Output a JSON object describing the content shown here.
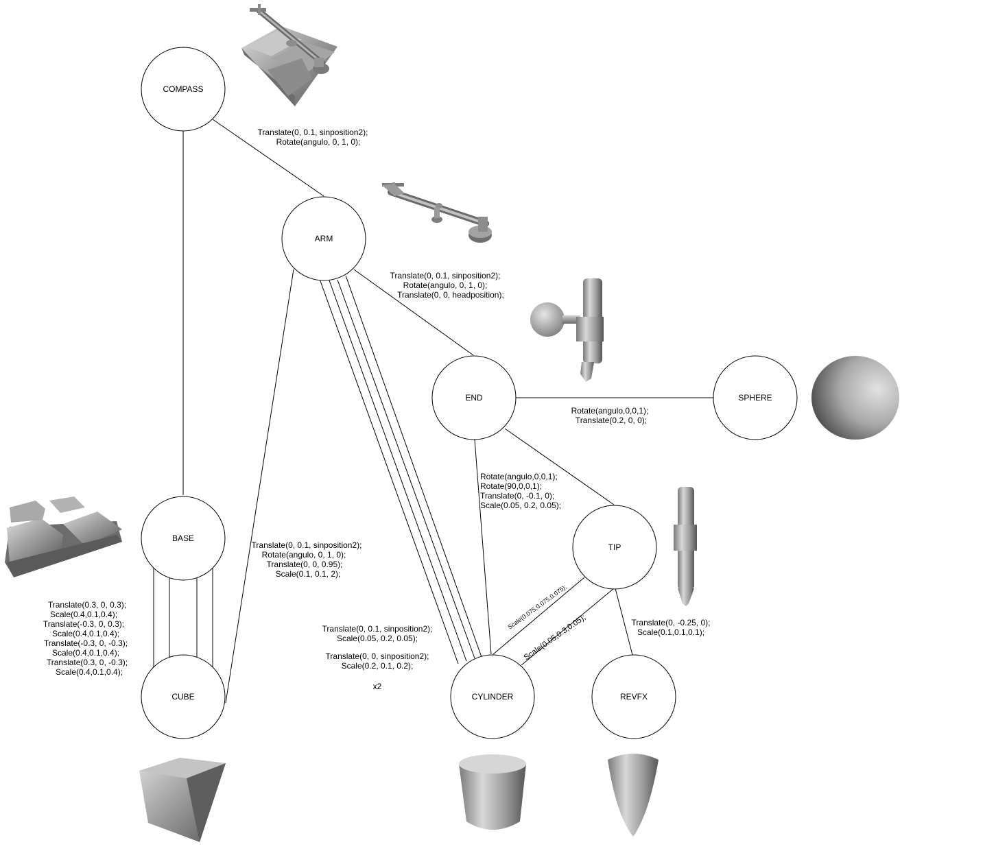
{
  "nodes": {
    "compass": "COMPASS",
    "arm": "ARM",
    "end": "END",
    "sphere": "SPHERE",
    "tip": "TIP",
    "base": "BASE",
    "cube": "CUBE",
    "cylinder": "CYLINDER",
    "revfx": "REVFX"
  },
  "edges": {
    "compass_arm": [
      "Translate(0, 0.1, sinposition2);",
      "Rotate(angulo, 0, 1, 0);"
    ],
    "arm_end": [
      "Translate(0, 0.1, sinposition2);",
      "Rotate(angulo, 0, 1, 0);",
      "Translate(0, 0, headposition);"
    ],
    "end_sphere": [
      "Rotate(angulo,0,0,1);",
      "Translate(0.2, 0, 0);"
    ],
    "end_cylinder": [
      "Rotate(angulo,0,0,1);",
      "Rotate(90,0,0,1);",
      "Translate(0, -0.1, 0);",
      "Scale(0.05, 0.2, 0.05);"
    ],
    "arm_cube": [
      "Translate(0, 0.1, sinposition2);",
      "Rotate(angulo, 0, 1, 0);",
      "Translate(0, 0, 0.95);",
      "Scale(0.1, 0.1, 2);"
    ],
    "base_cube": [
      "Translate(0.3, 0, 0.3);",
      "Scale(0.4,0.1,0.4);",
      "Translate(-0.3, 0, 0.3);",
      "Scale(0.4,0.1,0.4);",
      "Translate(-0.3, 0, -0.3);",
      "Scale(0.4,0.1,0.4);",
      "Translate(0.3, 0, -0.3);",
      "Scale(0.4,0.1,0.4);"
    ],
    "arm_cylinder_a": [
      "Translate(0, 0.1, sinposition2);",
      "Scale(0.05, 0.2, 0.05);"
    ],
    "arm_cylinder_b": [
      "Translate(0, 0, sinposition2);",
      "Scale(0.2, 0.1, 0.2);"
    ],
    "arm_cylinder_count": "x2",
    "tip_cylinder_a": "Scale(0.075,0.075,0.075);",
    "tip_cylinder_b": "Scale(0.05,0.3,0.05);",
    "tip_revfx": [
      "Translate(0, -0.25, 0);",
      "Scale(0.1,0.1,0.1);"
    ]
  },
  "thumbnails": {
    "compass": "compass-model",
    "arm": "arm-model",
    "end": "end-model",
    "sphere": "sphere-model",
    "tip": "tip-model",
    "base": "base-model",
    "cube": "cube-model",
    "cylinder": "cylinder-model",
    "revfx": "cone-model"
  }
}
